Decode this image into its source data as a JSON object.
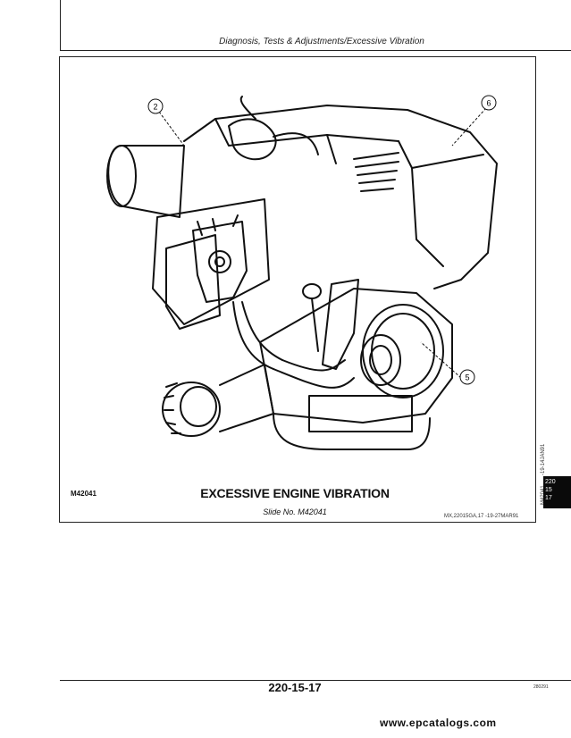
{
  "header": {
    "title": "Diagnosis, Tests & Adjustments/Excessive Vibration"
  },
  "figure": {
    "code": "M42041",
    "title": "EXCESSIVE ENGINE VIBRATION",
    "slide": "Slide No. M42041",
    "ref": "MX,22015GA,17  -19-27MAR91",
    "vertical_code": "M42041",
    "vertical_date": "-19-14JAN91",
    "callouts": [
      {
        "id": "callout-2",
        "label": "2"
      },
      {
        "id": "callout-6",
        "label": "6"
      },
      {
        "id": "callout-5",
        "label": "5"
      }
    ]
  },
  "tab": {
    "line1": "220",
    "line2": "15",
    "line3": "17"
  },
  "footer": {
    "page_number": "220-15-17",
    "code": "280291"
  },
  "watermark": "www.epcatalogs.com"
}
